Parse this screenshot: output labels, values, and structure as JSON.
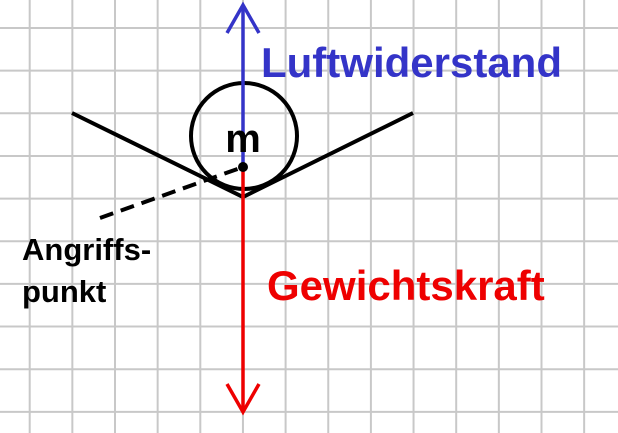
{
  "labels": {
    "air_resistance": "Luftwiderstand",
    "weight_force": "Gewichtskraft",
    "mass": "m",
    "attack_point_line1": "Angriffs-",
    "attack_point_line2": "punkt"
  },
  "colors": {
    "air_resistance": "#3434c8",
    "weight_force": "#ee0000",
    "grid": "#c8c8c8",
    "ink": "#000000"
  }
}
